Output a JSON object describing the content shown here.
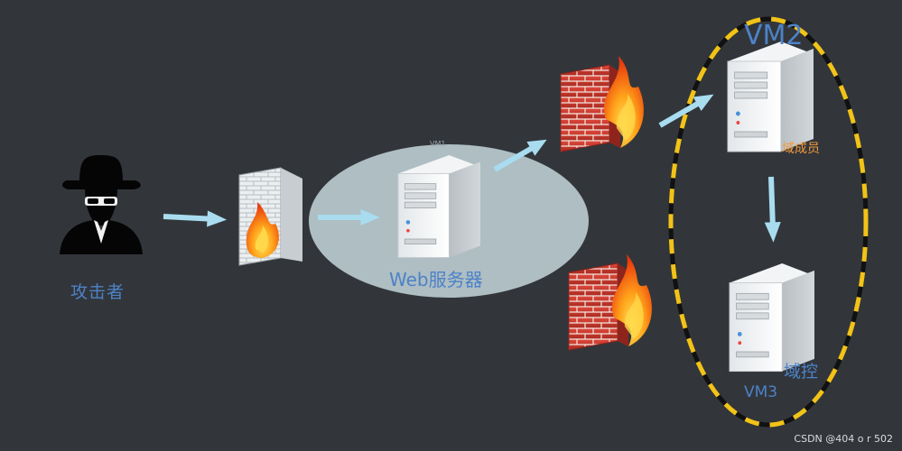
{
  "nodes": {
    "attacker": {
      "label": "攻击者"
    },
    "web_server": {
      "label": "Web服务器",
      "vm_tag": "VM1"
    },
    "domain_member": {
      "vm": "VM2",
      "label": "域成员"
    },
    "domain_controller": {
      "vm": "VM3",
      "label": "域控"
    }
  },
  "watermark": "CSDN @404 o r 502",
  "colors": {
    "background": "#32363b",
    "arrow": "#a9dcef",
    "label_blue": "#4d82c7",
    "label_orange": "#f39a3a",
    "dashed_ring": "#f2c318",
    "ellipse_fill": "#c9dde2"
  },
  "icons": [
    "hacker-icon",
    "firewall-icon",
    "server-icon",
    "arrow-icon"
  ]
}
